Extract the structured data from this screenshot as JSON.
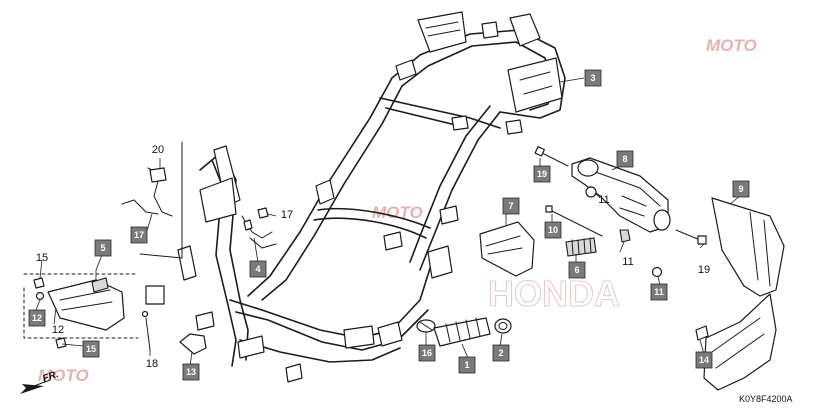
{
  "watermark": {
    "brand_text": "MOTO",
    "maker_text": "HONDA"
  },
  "diagram_code": "K0Y8F4200A",
  "front_arrow_label": "FR.",
  "callouts": {
    "c1": "1",
    "c2": "2",
    "c3": "3",
    "c4": "4",
    "c5": "5",
    "c6": "6",
    "c7": "7",
    "c8": "8",
    "c9": "9",
    "c10": "10",
    "c11": "11",
    "c12": "12",
    "c13": "13",
    "c14": "14",
    "c15": "15",
    "c16": "16",
    "c17": "17",
    "c19": "19"
  },
  "labels": {
    "l11a": "11",
    "l11b": "11",
    "l12": "12",
    "l15": "15",
    "l17": "17",
    "l18": "18",
    "l19": "19",
    "l20": "20"
  }
}
